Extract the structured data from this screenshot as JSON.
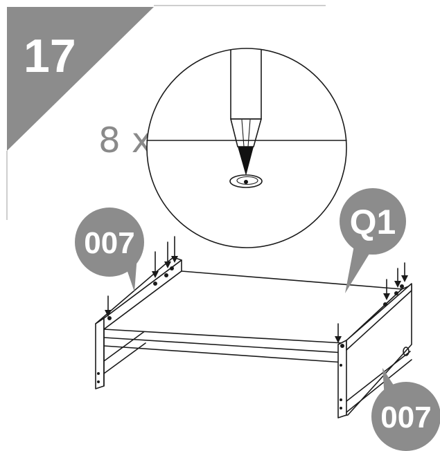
{
  "step": {
    "number": "17"
  },
  "detail": {
    "quantity": "8 x"
  },
  "callouts": {
    "left_part": "007",
    "center_part": "Q1",
    "right_part": "007"
  },
  "colors": {
    "step_badge": "#8c8c8c",
    "callout": "#8c8c8c",
    "qty_text": "#8a8a8a",
    "line": "#1a1a1a"
  }
}
